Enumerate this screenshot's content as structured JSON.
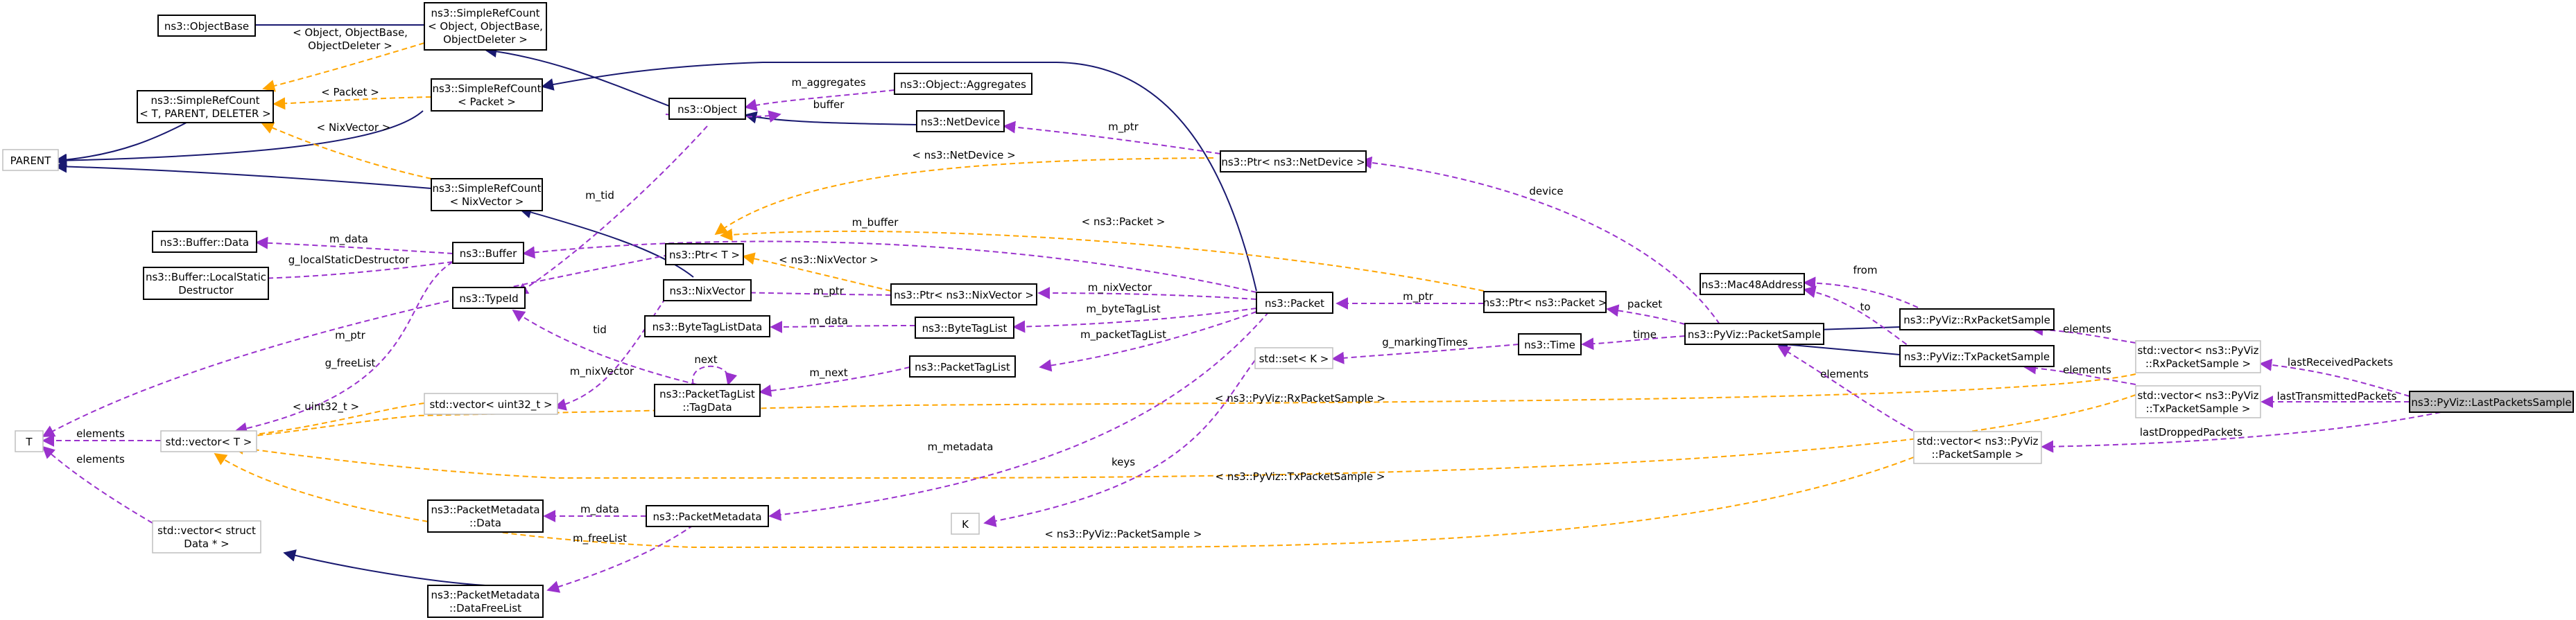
{
  "nodes": {
    "objectbase": "ns3::ObjectBase",
    "simplerefcount_objbase_1": "ns3::SimpleRefCount",
    "simplerefcount_objbase_2": "< Object, ObjectBase,",
    "simplerefcount_objbase_3": "ObjectDeleter >",
    "simplerefcount_t_1": "ns3::SimpleRefCount",
    "simplerefcount_t_2": "< T, PARENT, DELETER >",
    "parent": "PARENT",
    "simplerefcount_packet_1": "ns3::SimpleRefCount",
    "simplerefcount_packet_2": "< Packet >",
    "simplerefcount_nixvector_1": "ns3::SimpleRefCount",
    "simplerefcount_nixvector_2": "< NixVector >",
    "object": "ns3::Object",
    "aggregates": "ns3::Object::Aggregates",
    "netdevice": "ns3::NetDevice",
    "buffer_data": "ns3::Buffer::Data",
    "buffer_localstatic_1": "ns3::Buffer::LocalStatic",
    "buffer_localstatic_2": "Destructor",
    "buffer": "ns3::Buffer",
    "ptr_t": "ns3::Ptr< T >",
    "typeid": "ns3::TypeId",
    "nixvector": "ns3::NixVector",
    "ptr_nixvector": "ns3::Ptr< ns3::NixVector >",
    "bytetaglistdata": "ns3::ByteTagListData",
    "bytetaglist": "ns3::ByteTagList",
    "packettaglist": "ns3::PacketTagList",
    "tagdata_1": "ns3::PacketTagList",
    "tagdata_2": "::TagData",
    "vector_uint32": "std::vector< uint32_t >",
    "t": "T",
    "vector_t": "std::vector< T >",
    "vector_struct_1": "std::vector< struct",
    "vector_struct_2": "Data * >",
    "packetmetadata_data_1": "ns3::PacketMetadata",
    "packetmetadata_data_2": "::Data",
    "packetmetadata": "ns3::PacketMetadata",
    "datafreelist_1": "ns3::PacketMetadata",
    "datafreelist_2": "::DataFreeList",
    "k": "K",
    "packet": "ns3::Packet",
    "ptr_netdevice": "ns3::Ptr< ns3::NetDevice >",
    "ptr_packet": "ns3::Ptr< ns3::Packet >",
    "set_k": "std::set< K >",
    "time": "ns3::Time",
    "packetsample": "ns3::PyViz::PacketSample",
    "mac48": "ns3::Mac48Address",
    "rxpacketsample": "ns3::PyViz::RxPacketSample",
    "txpacketsample": "ns3::PyViz::TxPacketSample",
    "vector_rx_1": "std::vector< ns3::PyViz",
    "vector_rx_2": "::RxPacketSample >",
    "vector_tx_1": "std::vector< ns3::PyViz",
    "vector_tx_2": "::TxPacketSample >",
    "vector_ps_1": "std::vector< ns3::PyViz",
    "vector_ps_2": "::PacketSample >",
    "lastpacketssample": "ns3::PyViz::LastPacketsSample"
  },
  "edge_labels": {
    "l_object_objbase": "< Object, ObjectBase,",
    "l_object_deleter": "ObjectDeleter >",
    "l_packet_tmpl": "< Packet >",
    "l_nixvector_tmpl": "< NixVector >",
    "m_aggregates": "m_aggregates",
    "buffer": "buffer",
    "m_ptr_netdevice": "m_ptr",
    "l_netdevice_tmpl": "< ns3::NetDevice >",
    "m_tid": "m_tid",
    "m_buffer": "m_buffer",
    "l_packet_tmpl2": "< ns3::Packet >",
    "m_data_buffer": "m_data",
    "g_localstatic": "g_localStaticDestructor",
    "l_nixvector_tmpl2": "< ns3::NixVector >",
    "m_ptr_nix": "m_ptr",
    "m_nixvector": "m_nixVector",
    "m_ptr_packet": "m_ptr",
    "m_data_btl": "m_data",
    "m_bytetaglist": "m_byteTagList",
    "m_ptr_t": "m_ptr",
    "tid": "tid",
    "g_freelist": "g_freeList",
    "next": "next",
    "m_packettaglist": "m_packetTagList",
    "m_next": "m_next",
    "m_nixvector2": "m_nixVector",
    "elements_t": "elements",
    "elements_struct": "elements",
    "uint32_tmpl": "< uint32_t >",
    "rx_tmpl": "< ns3::PyViz::RxPacketSample >",
    "tx_tmpl": "< ns3::PyViz::TxPacketSample >",
    "ps_tmpl": "< ns3::PyViz::PacketSample >",
    "m_metadata": "m_metadata",
    "m_data_pm": "m_data",
    "m_freelist": "m_freeList",
    "keys": "keys",
    "g_markingtimes": "g_markingTimes",
    "device": "device",
    "packet": "packet",
    "time": "time",
    "from": "from",
    "to": "to",
    "elements_rx": "elements",
    "elements_tx": "elements",
    "elements_ps": "elements",
    "lastreceived": "lastReceivedPackets",
    "lasttransmitted": "lastTransmittedPackets",
    "lastdropped": "lastDroppedPackets"
  }
}
